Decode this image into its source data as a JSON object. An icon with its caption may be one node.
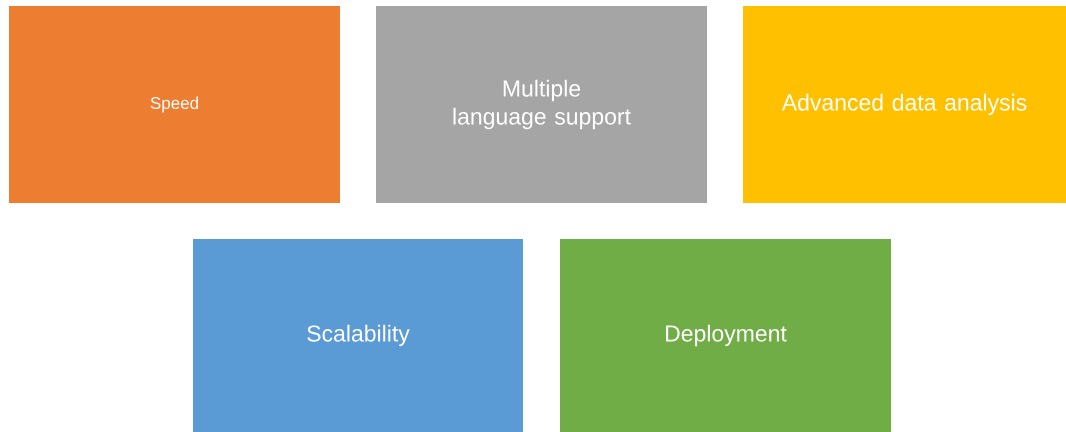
{
  "diagram": {
    "nodes": [
      {
        "text": [
          "Speed"
        ]
      },
      {
        "text": [
          "Multiple language support"
        ]
      },
      {
        "text": [
          "Advanced data analysis"
        ]
      },
      {
        "text": [
          "Scalability"
        ]
      },
      {
        "text": [
          "Deployment"
        ]
      }
    ]
  }
}
